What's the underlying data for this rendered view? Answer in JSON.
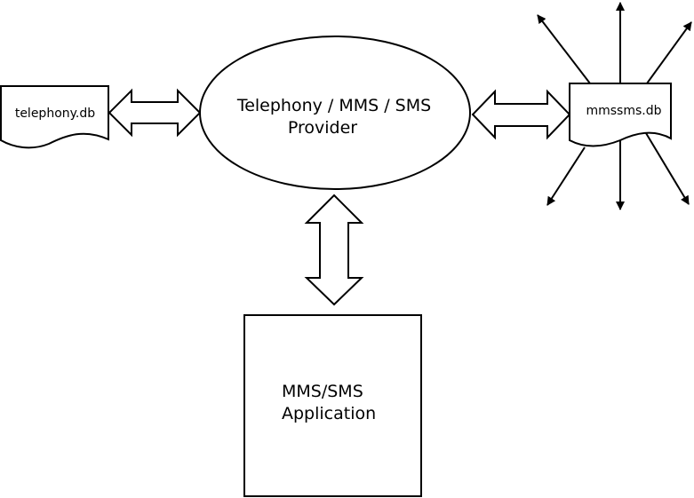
{
  "diagram": {
    "provider": {
      "line1": "Telephony / MMS / SMS",
      "line2": "Provider"
    },
    "telephony_db": {
      "label": "telephony.db"
    },
    "mmssms_db": {
      "label": "mmssms.db"
    },
    "application": {
      "line1": "MMS/SMS",
      "line2": "Application"
    }
  }
}
